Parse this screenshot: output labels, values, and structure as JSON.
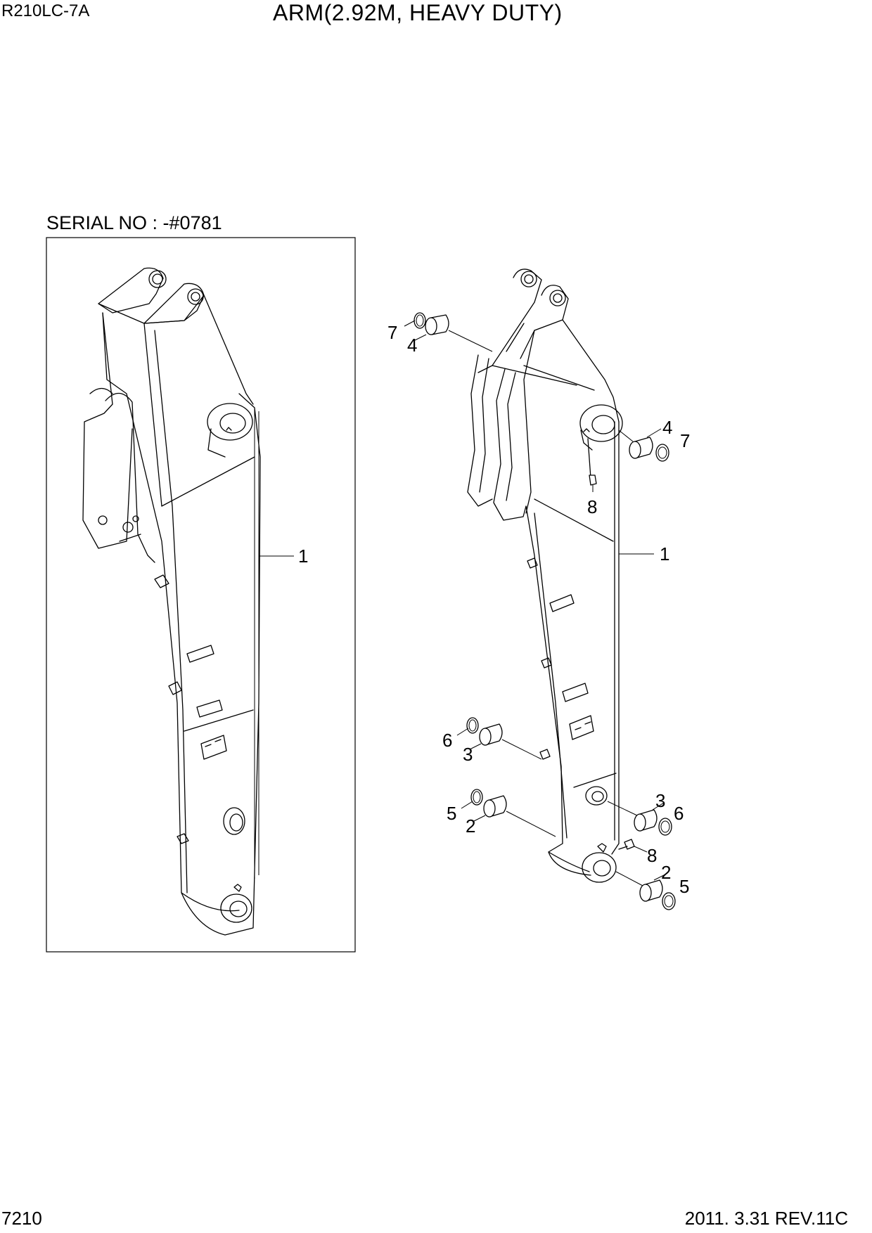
{
  "header": {
    "model": "R210LC-7A",
    "title": "ARM(2.92M, HEAVY DUTY)"
  },
  "serial_label": "SERIAL NO : -#0781",
  "footer": {
    "page_number": "7210",
    "date_revision": "2011. 3.31  REV.11C"
  },
  "left_view": {
    "callouts": [
      "1"
    ]
  },
  "right_view": {
    "callouts": [
      "7",
      "4",
      "4",
      "7",
      "8",
      "1",
      "6",
      "3",
      "5",
      "2",
      "3",
      "6",
      "8",
      "2",
      "5"
    ]
  }
}
